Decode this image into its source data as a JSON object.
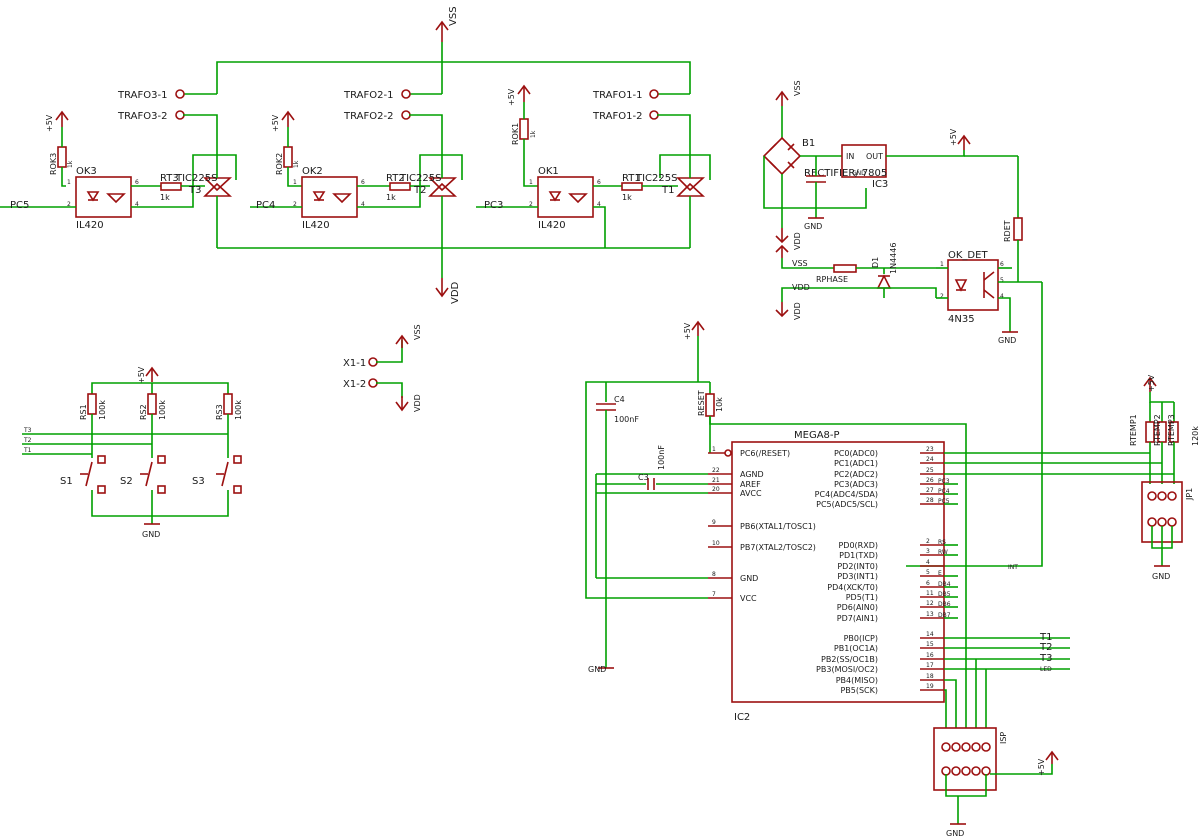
{
  "power": {
    "vss": "VSS",
    "vdd": "VDD",
    "p5v": "+5V",
    "gnd": "GND"
  },
  "trafo": {
    "t3_1": "TRAFO3-1",
    "t3_2": "TRAFO3-2",
    "t2_1": "TRAFO2-1",
    "t2_2": "TRAFO2-2",
    "t1_1": "TRAFO1-1",
    "t1_2": "TRAFO1-2"
  },
  "x1": {
    "p1": "X1-1",
    "p2": "X1-2"
  },
  "ch3": {
    "rok": "ROK3",
    "rokv": "1k",
    "ok": "OK3",
    "okpart": "IL420",
    "rt": "RT3",
    "rtv": "1k",
    "t": "T3",
    "tpart": "TIC225S",
    "net": "PC5"
  },
  "ch2": {
    "rok": "ROK2",
    "rokv": "1k",
    "ok": "OK2",
    "okpart": "IL420",
    "rt": "RT2",
    "rtv": "1k",
    "t": "T2",
    "tpart": "TIC225S",
    "net": "PC4"
  },
  "ch1": {
    "rok": "ROK1",
    "rokv": "1k",
    "ok": "OK1",
    "okpart": "IL420",
    "rt": "RT1",
    "rtv": "1k",
    "t": "T1",
    "tpart": "TIC225S",
    "net": "PC3"
  },
  "sw": {
    "rs1": "RS1",
    "rs2": "RS2",
    "rs3": "RS3",
    "rv": "100k",
    "s1": "S1",
    "s2": "S2",
    "s3": "S3",
    "n1": "T1",
    "n2": "T2",
    "n3": "T3"
  },
  "supply": {
    "b1": "B1",
    "ic3": "IC3",
    "reg": "RECTIFIER/ 7805",
    "in": "IN",
    "out": "OUT",
    "gndpin": "GND",
    "rdet": "RDET",
    "rphase": "RPHASE",
    "d1": "D1",
    "d1part": "1N4446",
    "okdet": "OK_DET",
    "okdetpart": "4N35"
  },
  "mcu": {
    "name": "MEGA8-P",
    "ref": "IC2",
    "reset": "RESET",
    "resetv": "10k",
    "c4": "C4",
    "c4v": "100nF",
    "c3": "C3",
    "c3v": "100nF",
    "left": [
      {
        "num": "1",
        "name": "PC6(/RESET)"
      },
      {
        "num": "22",
        "name": "AGND"
      },
      {
        "num": "21",
        "name": "AREF"
      },
      {
        "num": "20",
        "name": "AVCC"
      },
      {
        "num": "9",
        "name": "PB6(XTAL1/TOSC1)"
      },
      {
        "num": "10",
        "name": "PB7(XTAL2/TOSC2)"
      },
      {
        "num": "8",
        "name": "GND"
      },
      {
        "num": "7",
        "name": "VCC"
      }
    ],
    "right": [
      {
        "num": "23",
        "name": "PC0(ADC0)",
        "net": ""
      },
      {
        "num": "24",
        "name": "PC1(ADC1)",
        "net": ""
      },
      {
        "num": "25",
        "name": "PC2(ADC2)",
        "net": ""
      },
      {
        "num": "26",
        "name": "PC3(ADC3)",
        "net": "PC3"
      },
      {
        "num": "27",
        "name": "PC4(ADC4/SDA)",
        "net": "PC4"
      },
      {
        "num": "28",
        "name": "PC5(ADC5/SCL)",
        "net": "PC5"
      },
      {
        "num": "2",
        "name": "PD0(RXD)",
        "net": "RS"
      },
      {
        "num": "3",
        "name": "PD1(TXD)",
        "net": "RW"
      },
      {
        "num": "4",
        "name": "PD2(INT0)",
        "net": ""
      },
      {
        "num": "5",
        "name": "PD3(INT1)",
        "net": "E"
      },
      {
        "num": "6",
        "name": "PD4(XCK/T0)",
        "net": "DB4"
      },
      {
        "num": "11",
        "name": "PD5(T1)",
        "net": "DB5"
      },
      {
        "num": "12",
        "name": "PD6(AIN0)",
        "net": "DB6"
      },
      {
        "num": "13",
        "name": "PD7(AIN1)",
        "net": "DB7"
      },
      {
        "num": "14",
        "name": "PB0(ICP)",
        "net": ""
      },
      {
        "num": "15",
        "name": "PB1(OC1A)",
        "net": ""
      },
      {
        "num": "16",
        "name": "PB2(SS/OC1B)",
        "net": ""
      },
      {
        "num": "17",
        "name": "PB3(MOSI/OC2)",
        "net": ""
      },
      {
        "num": "18",
        "name": "PB4(MISO)",
        "net": ""
      },
      {
        "num": "19",
        "name": "PB5(SCK)",
        "net": ""
      }
    ],
    "int_net": "INT",
    "t1": "T1",
    "t2": "T2",
    "t3": "T3",
    "led": "LED"
  },
  "temp": {
    "r1": "RTEMP1",
    "r2": "RTEMP2",
    "r3": "RTEMP3",
    "rv": "120k",
    "jp": "JP1"
  },
  "isp": {
    "name": "ISP"
  },
  "colors": {
    "wire": "#00a000",
    "symbol": "#9c1010",
    "text": "#1a1a1a"
  }
}
